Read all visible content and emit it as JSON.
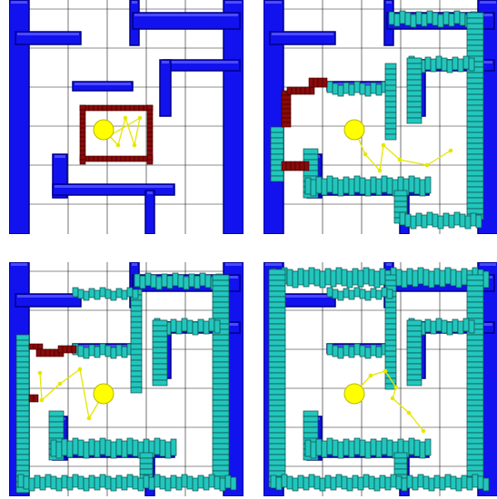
{
  "colors": {
    "background": "#ffffff",
    "grid": "#1a1a1a",
    "wall_face": "#1212ee",
    "wall_edge": "#00008a",
    "wall_top": "#4a4aff",
    "explored": "#22c6bd",
    "explored_edge": "#0c4c48",
    "frontier": "#8a0a0a",
    "frontier_edge": "#3a0000",
    "robot": "#ffff00",
    "robot_edge": "#b8b800",
    "path": "#e6e600"
  },
  "panels": [
    {
      "name": "panel-step-1",
      "robot": "robot-icon"
    },
    {
      "name": "panel-step-2",
      "robot": "robot-icon"
    },
    {
      "name": "panel-step-3",
      "robot": "robot-icon"
    },
    {
      "name": "panel-step-4",
      "robot": "robot-icon"
    }
  ]
}
